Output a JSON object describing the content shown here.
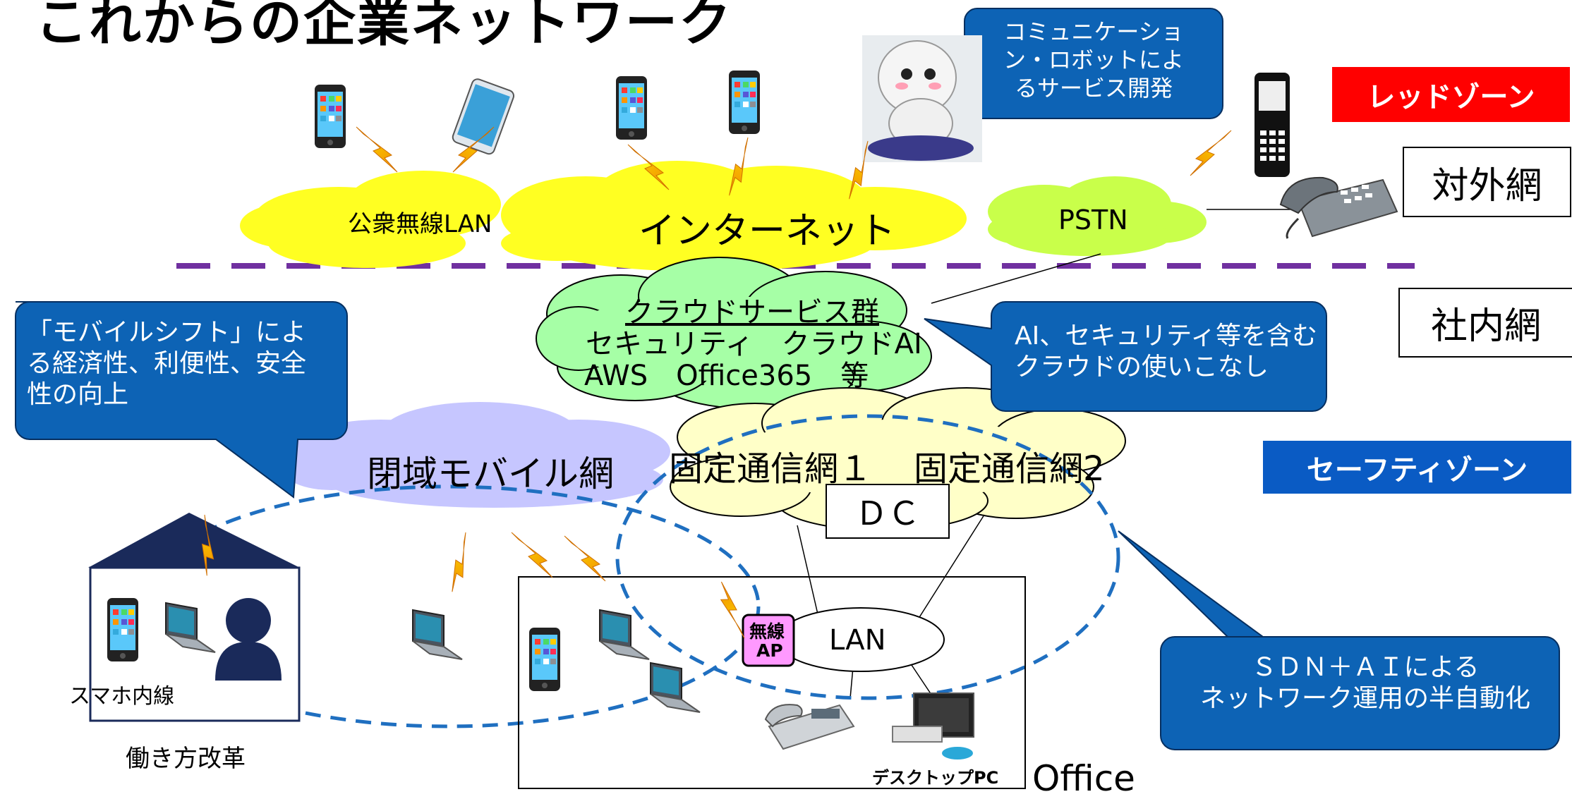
{
  "title": "これからの企業ネットワーク",
  "zones": {
    "red": "レッドゾーン",
    "safety": "セーフティゾーン",
    "external": "対外網",
    "internal": "社内網"
  },
  "clouds": {
    "public_wlan": "公衆無線LAN",
    "internet": "インターネット",
    "pstn": "PSTN",
    "cloud_services_title": "クラウドサービス群",
    "cloud_services_line2": "セキュリティ　クラウドAI",
    "cloud_services_line3": "AWS　Office365　等",
    "closed_mobile": "閉域モバイル網",
    "fixed1": "固定通信網１",
    "fixed2": "固定通信網2",
    "dc": "ＤＣ"
  },
  "callouts": {
    "robot": [
      "コミュニケーショ",
      "ン・ロボットによ",
      "るサービス開発"
    ],
    "mobile_shift": [
      "「モバイルシフト」によ",
      "る経済性、利便性、安全",
      "性の向上"
    ],
    "cloud_ai": [
      "AI、セキュリティ等を含む",
      "クラウドの使いこなし"
    ],
    "sdn": [
      "ＳＤＮ＋ＡＩによる",
      "ネットワーク運用の半自動化"
    ]
  },
  "labels": {
    "lan": "LAN",
    "wireless_ap_line1": "無線",
    "wireless_ap_line2": "AP",
    "smartphone_ext": "スマホ内線",
    "workstyle": "働き方改革",
    "desktop_pc": "デスクトップPC",
    "office": "Office"
  },
  "icons": [
    "smartphone-icon",
    "tablet-icon",
    "robot-icon",
    "feature-phone-icon",
    "desk-phone-icon",
    "laptop-icon",
    "person-icon",
    "house-icon",
    "desktop-pc-icon",
    "lightning-icon"
  ],
  "colors": {
    "callout_blue": "#0d63b5",
    "red_zone": "#ff0000",
    "safety_zone": "#0a5bc4",
    "yellow_cloud": "#ffff22",
    "green_cloud": "#c9ff4a",
    "cloud_services": "#a6ffa6",
    "mobile_cloud": "#c6c6ff",
    "fixed_cloud": "#ffffc8",
    "purple_dash": "#7030a0",
    "blue_dash": "#1f6fc0"
  }
}
